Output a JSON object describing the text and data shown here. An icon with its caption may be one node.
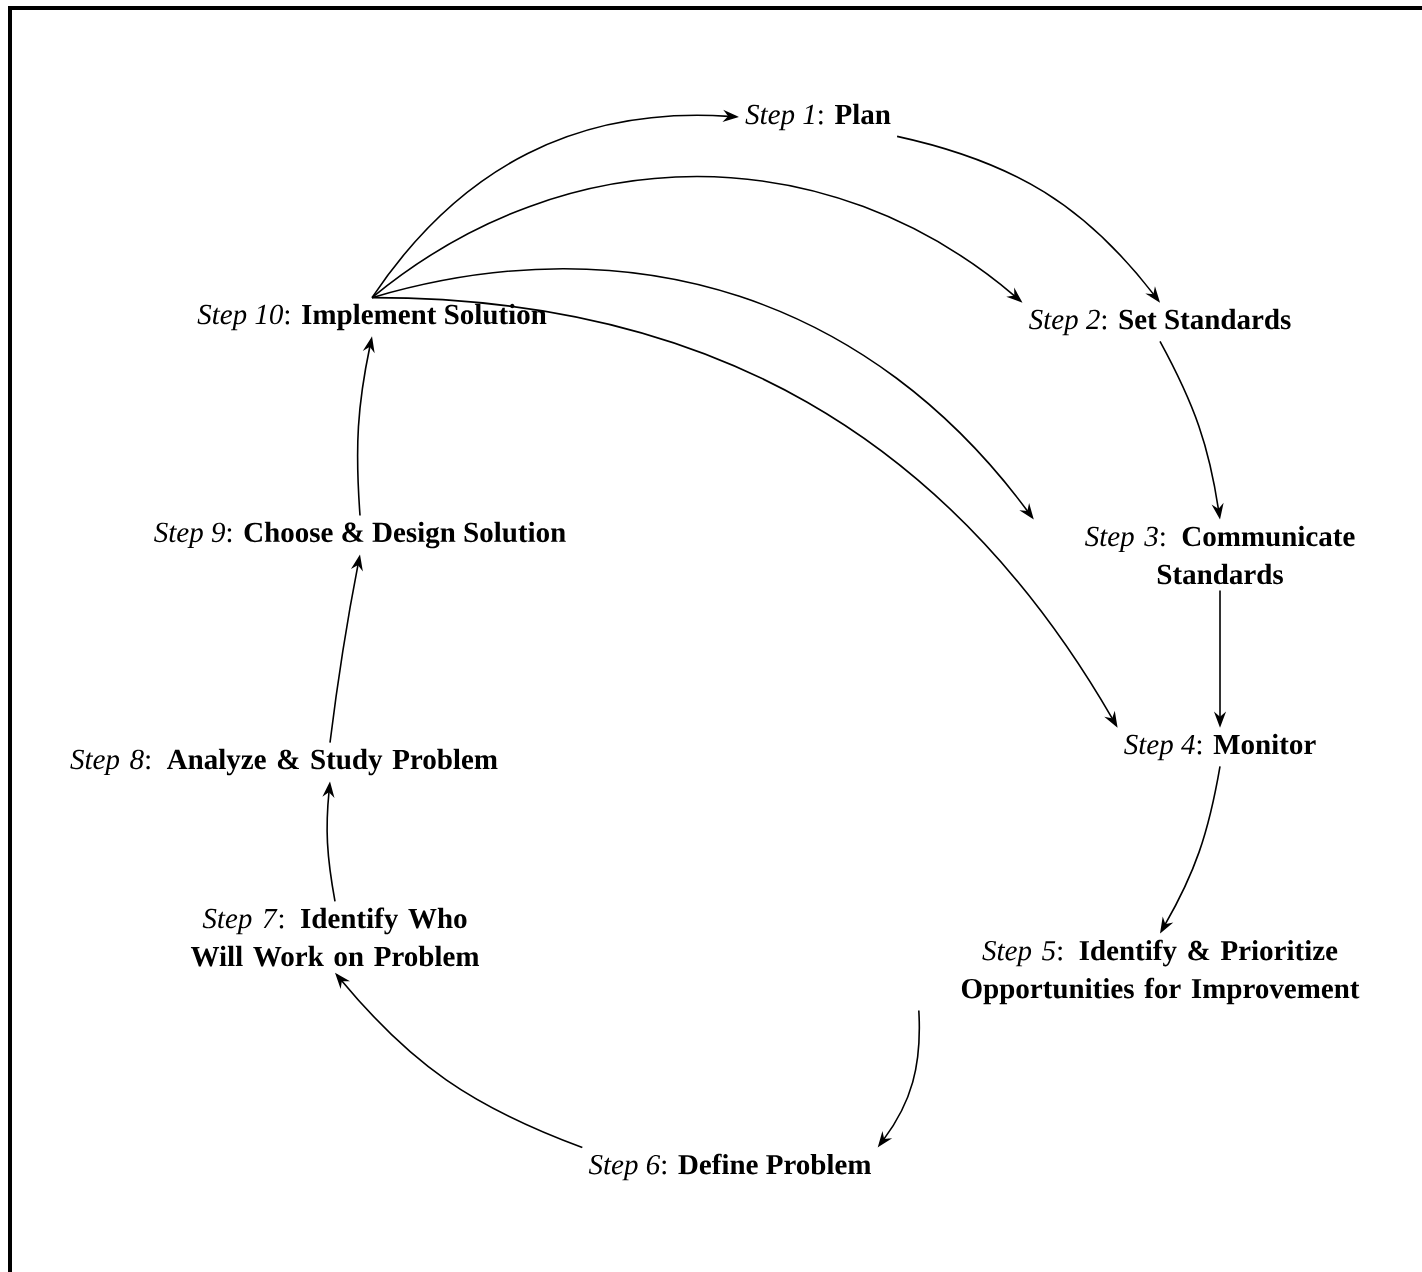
{
  "diagram": {
    "nodes": [
      {
        "text": [
          "*Step 1*: **Plan**"
        ]
      },
      {
        "text": [
          "*Step 2*: **Set Standards**"
        ]
      },
      {
        "text": [
          "*Step 3*: **Communicate Standards**"
        ]
      },
      {
        "text": [
          "*Step 4*: **Monitor**"
        ]
      },
      {
        "text": [
          "*Step 5*: **Identify & Prioritize Opportunities for Improvement**"
        ]
      },
      {
        "text": [
          "*Step 6*: **Define Problem**"
        ]
      },
      {
        "text": [
          "*Step 7*: **Identify Who Will Work on Problem**"
        ]
      },
      {
        "text": [
          "*Step 8*: **Analyze & Study Problem**"
        ]
      },
      {
        "text": [
          "*Step 9*: **Choose & Design Solution**"
        ]
      },
      {
        "text": [
          "*Step 10*: **Implement Solution**"
        ]
      }
    ],
    "edges": [
      {
        "from": 0,
        "to": 1,
        "arrow": "to"
      },
      {
        "from": 1,
        "to": 2,
        "arrow": "to"
      },
      {
        "from": 2,
        "to": 3,
        "arrow": "to"
      },
      {
        "from": 3,
        "to": 4,
        "arrow": "to"
      },
      {
        "from": 4,
        "to": 5,
        "arrow": "to"
      },
      {
        "from": 5,
        "to": 6,
        "arrow": "to"
      },
      {
        "from": 6,
        "to": 7,
        "arrow": "to"
      },
      {
        "from": 7,
        "to": 8,
        "arrow": "to"
      },
      {
        "from": 8,
        "to": 9,
        "arrow": "to"
      },
      {
        "from": 9,
        "to": 0,
        "arrow": "to"
      },
      {
        "from": 9,
        "to": 1,
        "arrow": "to"
      },
      {
        "from": 9,
        "to": 2,
        "arrow": "to"
      },
      {
        "from": 9,
        "to": 3,
        "arrow": "to"
      }
    ]
  }
}
